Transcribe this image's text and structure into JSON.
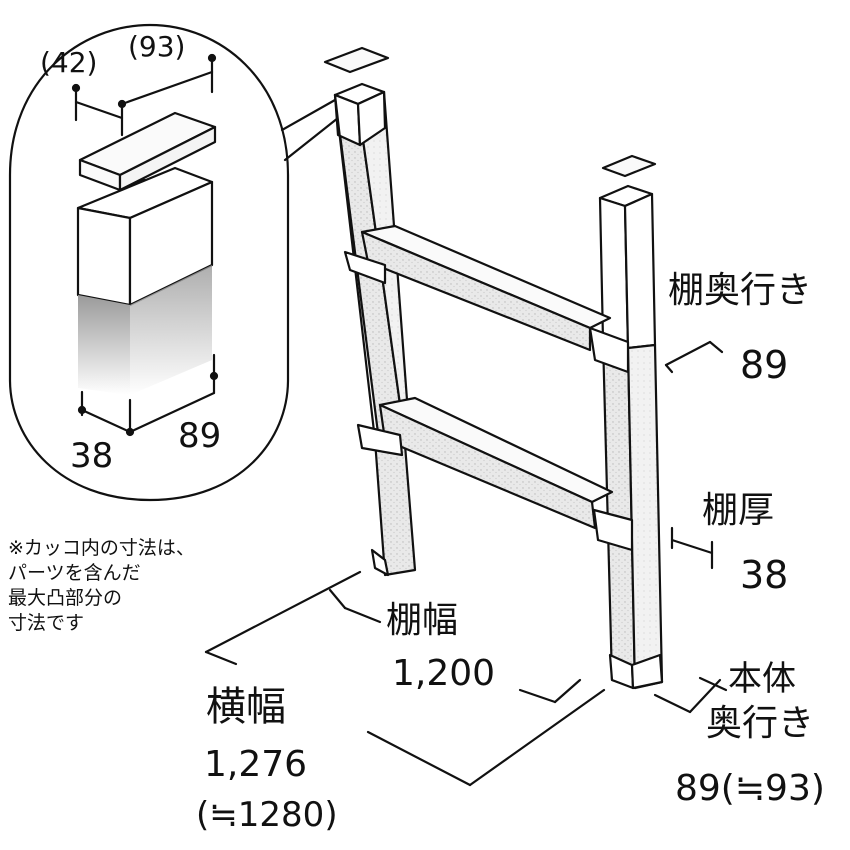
{
  "detail": {
    "dim_top_left": "(42)",
    "dim_top_right": "(93)",
    "dim_bottom_left": "38",
    "dim_bottom_right": "89"
  },
  "labels": {
    "shelf_depth_title": "棚奥行き",
    "shelf_depth_value": "89",
    "shelf_thickness_title": "棚厚",
    "shelf_thickness_value": "38",
    "shelf_width_title": "棚幅",
    "shelf_width_value": "1,200",
    "total_width_title": "横幅",
    "total_width_value": "1,276",
    "total_width_approx": "(≒1280)",
    "body_depth_title_1": "本体",
    "body_depth_title_2": "奥行き",
    "body_depth_value": "89(≒93)"
  },
  "note": {
    "lines": [
      "※カッコ内の寸法は、",
      "パーツを含んだ",
      "最大凸部分の",
      "寸法です"
    ]
  }
}
